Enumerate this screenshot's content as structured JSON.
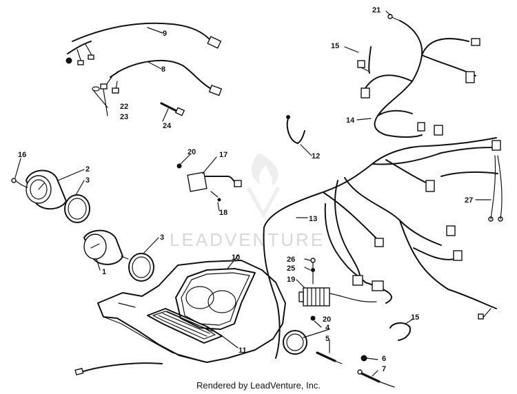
{
  "watermark": "LEADVENTURE",
  "footer": "Rendered by LeadVenture, Inc.",
  "callouts": {
    "c1": "1",
    "c2": "2",
    "c3a": "3",
    "c3b": "3",
    "c4": "4",
    "c5": "5",
    "c6": "6",
    "c7": "7",
    "c8": "8",
    "c9": "9",
    "c10": "10",
    "c11": "11",
    "c12": "12",
    "c13": "13",
    "c14": "14",
    "c15a": "15",
    "c15b": "15",
    "c16": "16",
    "c17": "17",
    "c18": "18",
    "c19": "19",
    "c20a": "20",
    "c20b": "20",
    "c21": "21",
    "c22": "22",
    "c23": "23",
    "c24": "24",
    "c25": "25",
    "c26": "26",
    "c27": "27"
  }
}
